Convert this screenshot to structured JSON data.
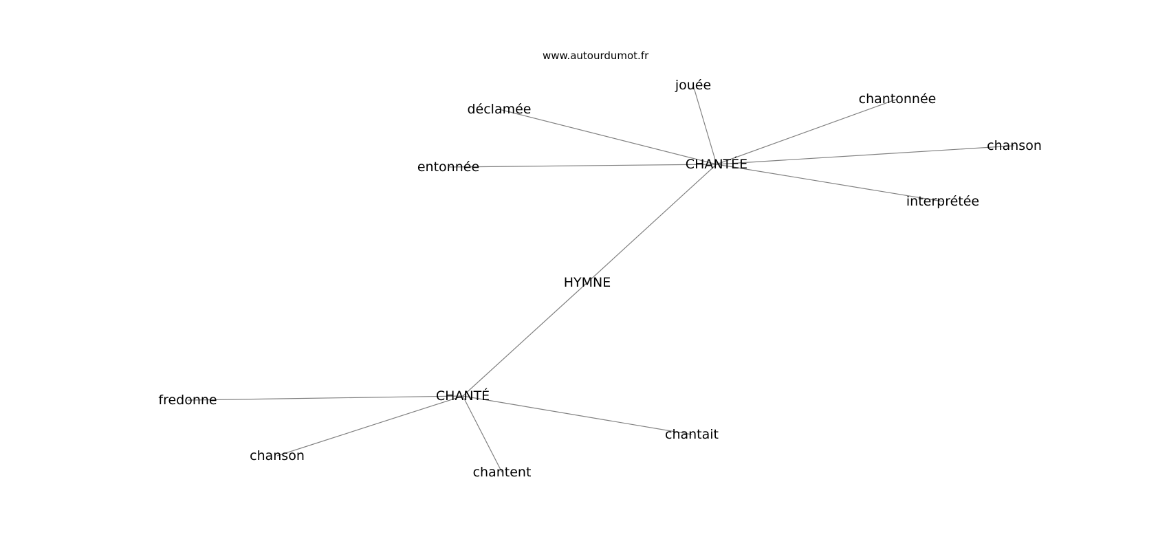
{
  "watermark": "www.autourdumot.fr",
  "graph": {
    "edge_color": "#808080",
    "nodes": [
      {
        "id": "hymne",
        "label": "HYMNE"
      },
      {
        "id": "chantee",
        "label": "CHANTÉE"
      },
      {
        "id": "chante",
        "label": "CHANTÉ"
      },
      {
        "id": "jouee",
        "label": "jouée"
      },
      {
        "id": "declamee",
        "label": "déclamée"
      },
      {
        "id": "chantonnee",
        "label": "chantonnée"
      },
      {
        "id": "chanson1",
        "label": "chanson"
      },
      {
        "id": "entonnee",
        "label": "entonnée"
      },
      {
        "id": "interpretee",
        "label": "interprétée"
      },
      {
        "id": "fredonne",
        "label": "fredonne"
      },
      {
        "id": "chanson2",
        "label": "chanson"
      },
      {
        "id": "chantent",
        "label": "chantent"
      },
      {
        "id": "chantait",
        "label": "chantait"
      }
    ],
    "edges": [
      [
        "hymne",
        "chantee"
      ],
      [
        "hymne",
        "chante"
      ],
      [
        "chantee",
        "jouee"
      ],
      [
        "chantee",
        "declamee"
      ],
      [
        "chantee",
        "chantonnee"
      ],
      [
        "chantee",
        "chanson1"
      ],
      [
        "chantee",
        "entonnee"
      ],
      [
        "chantee",
        "interpretee"
      ],
      [
        "chante",
        "fredonne"
      ],
      [
        "chante",
        "chanson2"
      ],
      [
        "chante",
        "chantent"
      ],
      [
        "chante",
        "chantait"
      ]
    ]
  }
}
